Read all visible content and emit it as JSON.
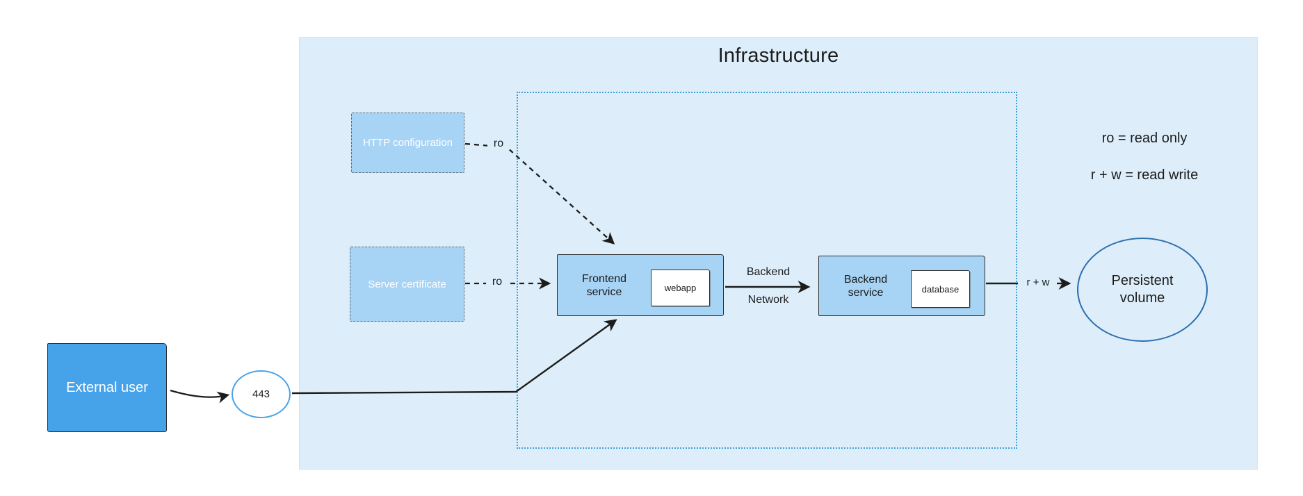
{
  "title": "Infrastructure",
  "legend": {
    "ro": "ro = read only",
    "rw": "r + w = read write"
  },
  "nodes": {
    "http_config": {
      "label": "HTTP configuration"
    },
    "server_cert": {
      "label": "Server certificate"
    },
    "frontend": {
      "line1": "Frontend",
      "line2": "service",
      "inner": "webapp"
    },
    "backend": {
      "line1": "Backend",
      "line2": "service",
      "inner": "database"
    },
    "external_user": {
      "label": "External user"
    },
    "port": {
      "label": "443"
    },
    "volume": {
      "line1": "Persistent",
      "line2": "volume"
    }
  },
  "edges": {
    "http_to_frontend": "ro",
    "cert_to_frontend": "ro",
    "frontend_to_backend_line1": "Backend",
    "frontend_to_backend_line2": "Network",
    "backend_to_volume": "r + w"
  },
  "colors": {
    "infra-bg": "#ddeefa",
    "node-fill": "#a7d3f4",
    "user-fill": "#46a2e9",
    "dotted-border": "#3d9fd8",
    "circle-stroke": "#4aa3e8",
    "volume-stroke": "#2d6fad",
    "ink": "#1c1c1c"
  }
}
